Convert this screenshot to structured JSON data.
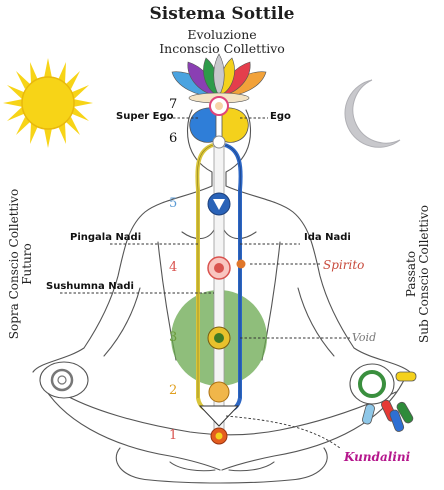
{
  "title": "Sistema Sottile",
  "subtitle_line1": "Evoluzione",
  "subtitle_line2": "Inconscio Collettivo",
  "left_vertical": {
    "line1": "Sopra Conscio Collettivo",
    "line2": "Futuro"
  },
  "right_vertical": {
    "line1": "Passato",
    "line2": "Sub Conscio Collettivo"
  },
  "labels": {
    "super_ego": "Super Ego",
    "ego": "Ego",
    "pingala": "Pingala Nadi",
    "ida": "Ida Nadi",
    "sushumna": "Sushumna Nadi",
    "spirito": "Spirito",
    "void": "Void",
    "kundalini": "Kundalini"
  },
  "chakra_numbers": [
    {
      "n": "7",
      "color": "#111111"
    },
    {
      "n": "6",
      "color": "#111111"
    },
    {
      "n": "5",
      "color": "#5b9bd5"
    },
    {
      "n": "4",
      "color": "#d9534f"
    },
    {
      "n": "3",
      "color": "#6a9a3a"
    },
    {
      "n": "2",
      "color": "#e0a020"
    },
    {
      "n": "1",
      "color": "#d9534f"
    }
  ],
  "colors": {
    "sun": "#f7d417",
    "moon": "#c8c8cc",
    "pingala_channel": "#d9c53a",
    "ida_channel": "#2c66c4",
    "void_halo": "#6aa84f",
    "outline": "#555555"
  },
  "icons": [
    "sun-icon",
    "moon-icon",
    "lotus-icon",
    "yin-yang-icon"
  ]
}
